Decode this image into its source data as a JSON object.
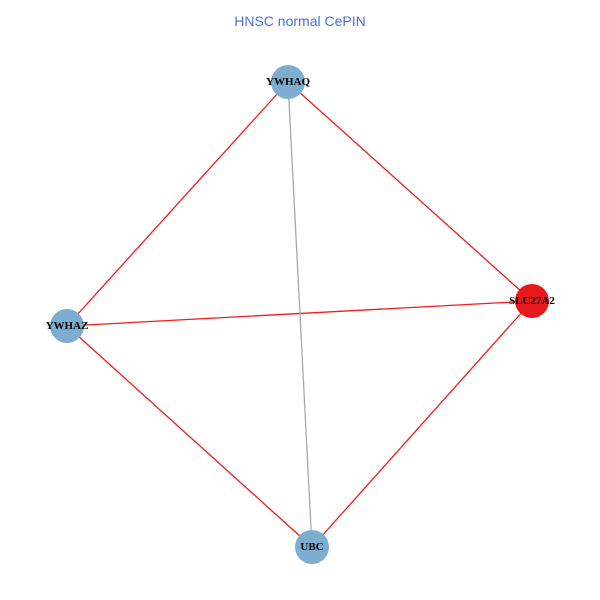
{
  "title": "HNSC normal CePIN",
  "colors": {
    "title": "#4a6fdc",
    "normal_node": "#7eadd2",
    "highlight_node": "#e8191c",
    "edge_red": "#f21c1c",
    "edge_gray": "#a8a8a8"
  },
  "nodes": [
    {
      "id": "YWHAQ",
      "label": "YWHAQ",
      "color": "#7eadd2"
    },
    {
      "id": "YWHAZ",
      "label": "YWHAZ",
      "color": "#7eadd2"
    },
    {
      "id": "SLC27A2",
      "label": "SLC27A2",
      "color": "#e8191c"
    },
    {
      "id": "UBC",
      "label": "UBC",
      "color": "#7eadd2"
    }
  ],
  "edges": [
    {
      "source": "YWHAQ",
      "target": "YWHAZ",
      "color": "#f21c1c"
    },
    {
      "source": "YWHAQ",
      "target": "SLC27A2",
      "color": "#f21c1c"
    },
    {
      "source": "YWHAZ",
      "target": "SLC27A2",
      "color": "#f21c1c"
    },
    {
      "source": "YWHAZ",
      "target": "UBC",
      "color": "#f21c1c"
    },
    {
      "source": "SLC27A2",
      "target": "UBC",
      "color": "#f21c1c"
    },
    {
      "source": "YWHAQ",
      "target": "UBC",
      "color": "#a8a8a8"
    }
  ]
}
